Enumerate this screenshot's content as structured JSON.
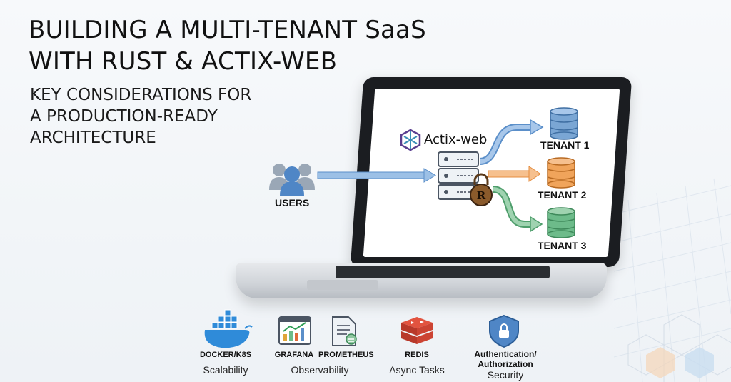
{
  "title_lines": [
    "BUILDING A MULTI-TENANT SaaS",
    "WITH RUST & ACTIX-WEB"
  ],
  "subtitle_lines": [
    "KEY CONSIDERATIONS FOR",
    "A PRODUCTION-READY",
    "ARCHITECTURE"
  ],
  "diagram": {
    "framework_label": "Actix-web",
    "users_label": "USERS",
    "tenants": [
      "TENANT 1",
      "TENANT 2",
      "TENANT 3"
    ]
  },
  "tools": [
    {
      "name": "DOCKER/K8S",
      "category": "Scalability",
      "icon": "docker-whale-icon"
    },
    {
      "name": "GRAFANA",
      "category": "",
      "icon": "grafana-chart-icon"
    },
    {
      "name": "PROMETHEUS",
      "category": "",
      "icon": "prometheus-document-icon"
    },
    {
      "name": "REDIS",
      "category": "Async Tasks",
      "icon": "redis-cube-icon"
    },
    {
      "name": "Authentication/ Authorization",
      "category": "Security",
      "icon": "security-shield-icon"
    }
  ],
  "observability_label": "Observability",
  "colors": {
    "users_arrow": "#6a9fd6",
    "tenant1": "#7aa6d4",
    "tenant2": "#f0a45b",
    "tenant3": "#6dbb8a"
  }
}
